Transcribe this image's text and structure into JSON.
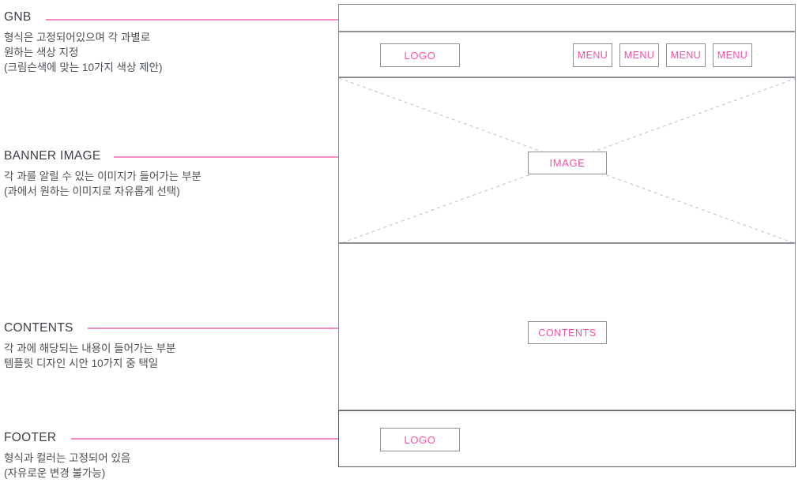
{
  "accent": {
    "pink": "#fb4fa4",
    "line_pink": "#f58cc0",
    "dot_pink": "#f4278f",
    "border_gray": "#8a9096",
    "text_gray": "#3a4046"
  },
  "annotations": [
    {
      "id": "gnb",
      "title": "GNB",
      "lines": [
        "형식은 고정되어있으며 각 과별로",
        "원하는 색상 지정",
        "(크림슨색에 맞는 10가지 색상 제안)"
      ]
    },
    {
      "id": "banner-image",
      "title": "BANNER IMAGE",
      "lines": [
        "각 과를 알릴 수 있는 이미지가 들어가는 부분",
        "(과에서 원하는 이미지로 자유롭게 선택)"
      ]
    },
    {
      "id": "contents",
      "title": "CONTENTS",
      "lines": [
        "각 과에 해당되는 내용이 들어가는 부분",
        "템플릿 디자인 시안 10가지 중 택일"
      ]
    },
    {
      "id": "footer",
      "title": "FOOTER",
      "lines": [
        "형식과 컬러는 고정되어 있음",
        "(자유로운 변경 불가능)"
      ]
    }
  ],
  "wireframe": {
    "header": {
      "logo_label": "LOGO",
      "menu_labels": [
        "MENU",
        "MENU",
        "MENU",
        "MENU"
      ]
    },
    "banner": {
      "image_label": "IMAGE"
    },
    "contents": {
      "contents_label": "CONTENTS"
    },
    "footer": {
      "logo_label": "LOGO"
    }
  }
}
